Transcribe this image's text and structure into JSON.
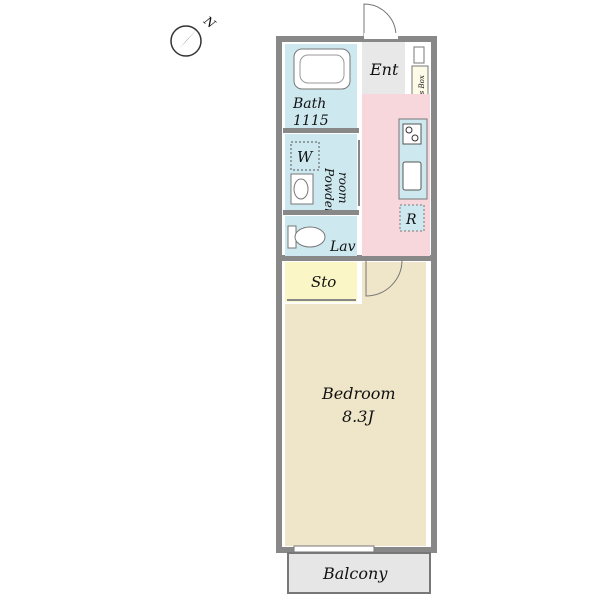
{
  "compass": {
    "label": "N",
    "icon": "north-arrow-icon"
  },
  "rooms": {
    "entrance": "Ent",
    "shoes_box": "Shoes Box",
    "bath": "Bath",
    "bath_size": "1115",
    "washer": "W",
    "powder_room_1": "Powder",
    "powder_room_2": "room",
    "lavatory": "Lav",
    "refrigerator": "R",
    "storage": "Sto",
    "bedroom": "Bedroom",
    "bedroom_size": "8.3J",
    "balcony": "Balcony"
  },
  "colors": {
    "wet_area": "#cde8ef",
    "kitchen": "#f8d7dc",
    "bedroom": "#efe6c9",
    "storage": "#fbf6c6",
    "entrance": "#e8e8e8",
    "balcony": "#e6e6e6",
    "wall": "#8a8a8a"
  }
}
